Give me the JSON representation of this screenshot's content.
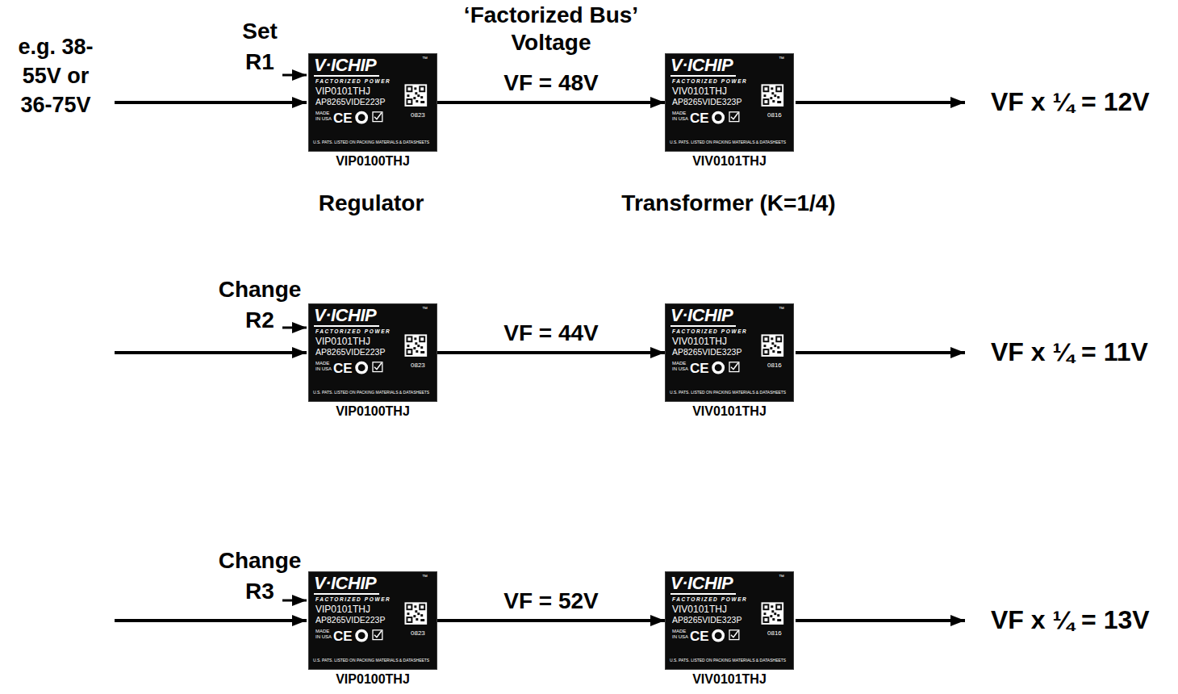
{
  "diagram": {
    "nodes": [
      {
        "text": [
          "V·ICHIP",
          "™",
          "FACTORIZED POWER",
          "VIP0101THJ",
          "AP8265VIDE223P",
          "MADE IN USA",
          "CE",
          "0823",
          "U.S. PATS. LISTED ON PACKING MATERIALS & DATASHEETS",
          "VIP0100THJ"
        ]
      },
      {
        "text": [
          "V·ICHIP",
          "™",
          "FACTORIZED POWER",
          "VIV0101THJ",
          "AP8265VIDE323P",
          "MADE IN USA",
          "CE",
          "0816",
          "U.S. PATS. LISTED ON PACKING MATERIALS & DATASHEETS",
          "VIV0101THJ"
        ]
      },
      {
        "text": [
          "V·ICHIP",
          "™",
          "FACTORIZED POWER",
          "VIP0101THJ",
          "AP8265VIDE223P",
          "MADE IN USA",
          "CE",
          "0823",
          "U.S. PATS. LISTED ON PACKING MATERIALS & DATASHEETS",
          "VIP0100THJ"
        ]
      },
      {
        "text": [
          "V·ICHIP",
          "™",
          "FACTORIZED POWER",
          "VIV0101THJ",
          "AP8265VIDE323P",
          "MADE IN USA",
          "CE",
          "0816",
          "U.S. PATS. LISTED ON PACKING MATERIALS & DATASHEETS",
          "VIV0101THJ"
        ]
      },
      {
        "text": [
          "V·ICHIP",
          "™",
          "FACTORIZED POWER",
          "VIP0101THJ",
          "AP8265VIDE223P",
          "MADE IN USA",
          "CE",
          "0823",
          "U.S. PATS. LISTED ON PACKING MATERIALS & DATASHEETS",
          "VIP0100THJ"
        ]
      },
      {
        "text": [
          "V·ICHIP",
          "™",
          "FACTORIZED POWER",
          "VIV0101THJ",
          "AP8265VIDE323P",
          "MADE IN USA",
          "CE",
          "0816",
          "U.S. PATS. LISTED ON PACKING MATERIALS & DATASHEETS",
          "VIV0101THJ"
        ]
      }
    ],
    "edges": [
      {
        "from": 0,
        "to": 1,
        "arrow": "to",
        "label": "VF = 48V"
      },
      {
        "from": 2,
        "to": 3,
        "arrow": "to",
        "label": "VF = 44V"
      },
      {
        "from": 4,
        "to": 5,
        "arrow": "to",
        "label": "VF = 52V"
      }
    ],
    "labels": [
      "e.g. 38-55V or 36-75V",
      "Set R1",
      "‘Factorized Bus’ Voltage",
      "VF x ¼ = 12V",
      "Regulator",
      "Transformer (K=1/4)",
      "Change R2",
      "VF x ¼ = 11V",
      "Change R3",
      "VF x ¼ = 13V"
    ]
  }
}
